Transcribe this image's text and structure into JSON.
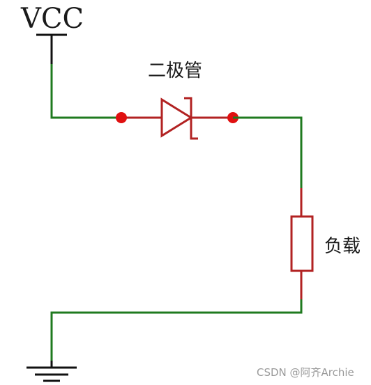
{
  "labels": {
    "vcc": "VCC",
    "diode": "二极管",
    "load": "负载"
  },
  "watermark": "CSDN @阿齐Archie",
  "colors": {
    "wire_green": "#1f7a1f",
    "component_red": "#b22222",
    "node_red": "#e01010",
    "symbol_black": "#111111",
    "text": "#1a1a1a",
    "watermark": "#9a9a9a",
    "background": "#ffffff"
  }
}
